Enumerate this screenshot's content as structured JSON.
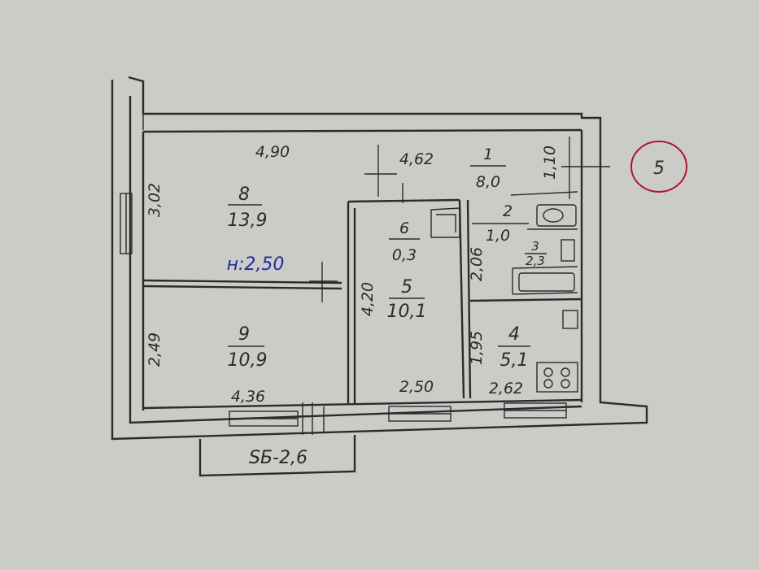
{
  "plan": {
    "sheet_number": "5",
    "ceiling_height": "н:2,50",
    "balcony": "SБ-2,6",
    "rooms": [
      {
        "id": "1",
        "area": "8,0"
      },
      {
        "id": "2",
        "area": "1,0"
      },
      {
        "id": "3",
        "area": "2,3"
      },
      {
        "id": "4",
        "area": "5,1"
      },
      {
        "id": "5",
        "area": "10,1"
      },
      {
        "id": "6",
        "area": "0,3"
      },
      {
        "id": "8",
        "area": "13,9"
      },
      {
        "id": "9",
        "area": "10,9"
      }
    ],
    "dimensions": {
      "room8_width": "4,90",
      "room8_depth": "3,02",
      "room9_width": "4,36",
      "room9_depth": "2,49",
      "corridor_length": "4,62",
      "room1_depth": "1,10",
      "room5_depth": "4,20",
      "room5_width": "2,50",
      "kitchen_width": "2,62",
      "kitchen_depth": "1,95",
      "bath_depth": "2,06"
    }
  }
}
